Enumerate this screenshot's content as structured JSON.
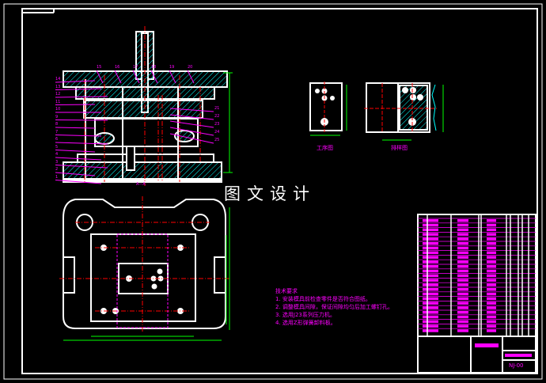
{
  "watermark": "图文设计",
  "main_view": {
    "section_label": "A—A",
    "part_numbers_left": [
      "14",
      "13",
      "12",
      "11",
      "10",
      "9",
      "8",
      "7",
      "6",
      "5",
      "4",
      "3",
      "2",
      "1"
    ],
    "part_numbers_top": [
      "15",
      "16",
      "17",
      "18",
      "19",
      "20"
    ],
    "part_numbers_right": [
      "21",
      "22",
      "23",
      "24",
      "25"
    ]
  },
  "views": {
    "process_drawing_label": "工序图",
    "layout_drawing_label": "排样图"
  },
  "technical_requirements": {
    "title": "技术要求",
    "items": [
      "1. 安装模具前检查零件是否符合图纸。",
      "2. 调整模具间隙，保证间隙均匀后加工螺钉孔。",
      "3. 选用J23系列压力机。",
      "4. 选用Z形弹簧卸料板。"
    ]
  },
  "title_block": {
    "drawing_number": "NJ-00"
  },
  "colors": {
    "outline": "#ffffff",
    "centerline": "#ff0000",
    "dimension": "#00ff00",
    "annotation": "#ff00ff",
    "hatch": "#00ffff"
  }
}
